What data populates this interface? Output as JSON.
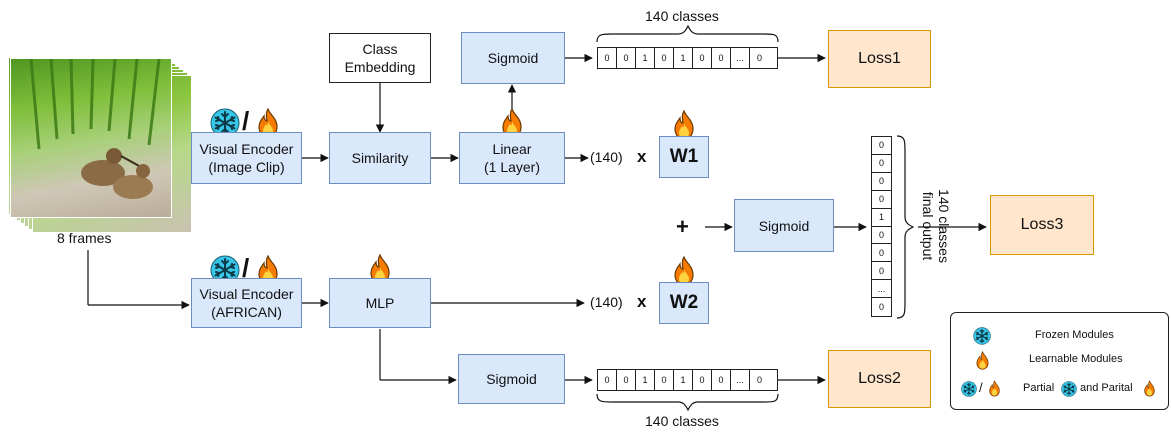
{
  "input": {
    "frames_label": "8 frames"
  },
  "top_branch": {
    "encoder": "Visual Encoder\n(Image Clip)",
    "class_embedding": "Class\nEmbedding",
    "similarity": "Similarity",
    "linear": "Linear\n(1 Layer)",
    "sigmoid": "Sigmoid",
    "vector": [
      "0",
      "0",
      "1",
      "0",
      "1",
      "0",
      "0",
      "...",
      "0"
    ],
    "brace_label": "140 classes",
    "loss": "Loss1",
    "dim": "(140)",
    "times": "x",
    "weight": "W1"
  },
  "bottom_branch": {
    "encoder": "Visual Encoder\n(AFRICAN)",
    "mlp": "MLP",
    "sigmoid": "Sigmoid",
    "vector": [
      "0",
      "0",
      "1",
      "0",
      "1",
      "0",
      "0",
      "...",
      "0"
    ],
    "brace_label": "140 classes",
    "loss": "Loss2",
    "dim": "(140)",
    "times": "x",
    "weight": "W2"
  },
  "fusion": {
    "plus": "+",
    "sigmoid": "Sigmoid",
    "vector": [
      "0",
      "0",
      "0",
      "0",
      "1",
      "0",
      "0",
      "0",
      "...",
      "0"
    ],
    "output_label": "140 classes\nfinal output",
    "loss": "Loss3"
  },
  "legend": {
    "frozen": "Frozen Modules",
    "learnable": "Learnable Modules",
    "partial_a": "Partial",
    "partial_b": "and Parital",
    "slash": "/"
  },
  "icons": {
    "frozen": "snowflake-icon",
    "learnable": "fire-icon"
  },
  "colors": {
    "module_fill": "#dae8fc",
    "module_border": "#6c8ebf",
    "loss_fill": "#ffe6cc",
    "loss_border": "#d79b00",
    "snowflake": "#38c6e8",
    "flame": "#f57c00"
  }
}
